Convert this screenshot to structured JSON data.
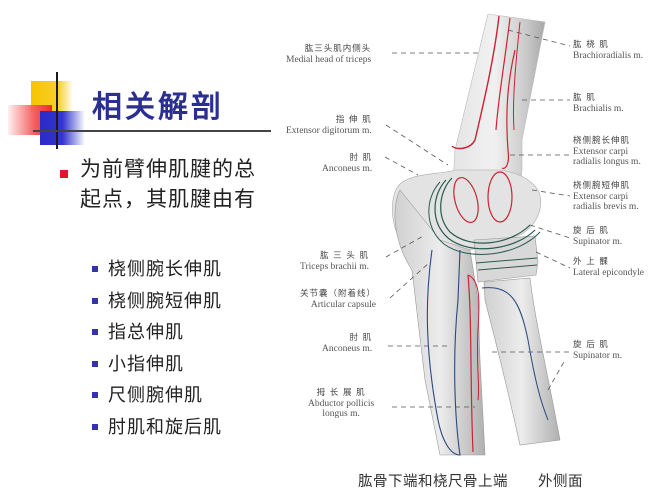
{
  "slide": {
    "title": "相关解剖",
    "main_point": "为前臂伸肌腱的总起点，其肌腱由有",
    "sub_points": [
      "桡侧腕长伸肌",
      "桡侧腕短伸肌",
      "指总伸肌",
      "小指伸肌",
      "尺侧腕伸肌",
      "肘肌和旋后肌"
    ],
    "colors": {
      "title": "#2b2f8f",
      "main_bullet": "#e0142a",
      "sub_bullet": "#3333aa",
      "logo_yellow": "#f7c400",
      "logo_red": "#f02828",
      "logo_blue": "#2a2ac8"
    }
  },
  "figure": {
    "caption_main": "肱骨下端和桡尺骨上端",
    "caption_view": "外侧面",
    "left_labels": [
      {
        "zh": "肱三头肌内侧头",
        "en": "Medial head of triceps"
      },
      {
        "zh": "指 伸 肌",
        "en": "Extensor digitorum m."
      },
      {
        "zh": "肘       肌",
        "en": "Anconeus m."
      },
      {
        "zh": "肱 三 头 肌",
        "en": "Triceps brachii m."
      },
      {
        "zh": "关节囊（附着线）",
        "en": "Articular capsule"
      },
      {
        "zh": "肘       肌",
        "en": "Anconeus m."
      },
      {
        "zh": "拇 长 展 肌",
        "en": "Abductor pollicis",
        "en2": "longus m."
      }
    ],
    "right_labels": [
      {
        "zh": "肱 桡 肌",
        "en": "Brachioradialis m."
      },
      {
        "zh": "肱       肌",
        "en": "Brachialis m."
      },
      {
        "zh": "桡侧腕长伸肌",
        "en": "Extensor carpi",
        "en2": "radialis longus m."
      },
      {
        "zh": "桡侧腕短伸肌",
        "en": "Extensor carpi",
        "en2": "radialis brevis m."
      },
      {
        "zh": "旋 后 肌",
        "en": "Supinator m."
      },
      {
        "zh": "外 上 髁",
        "en": "Lateral epicondyle"
      },
      {
        "zh": "旋 后 肌",
        "en": "Supinator m."
      }
    ]
  }
}
